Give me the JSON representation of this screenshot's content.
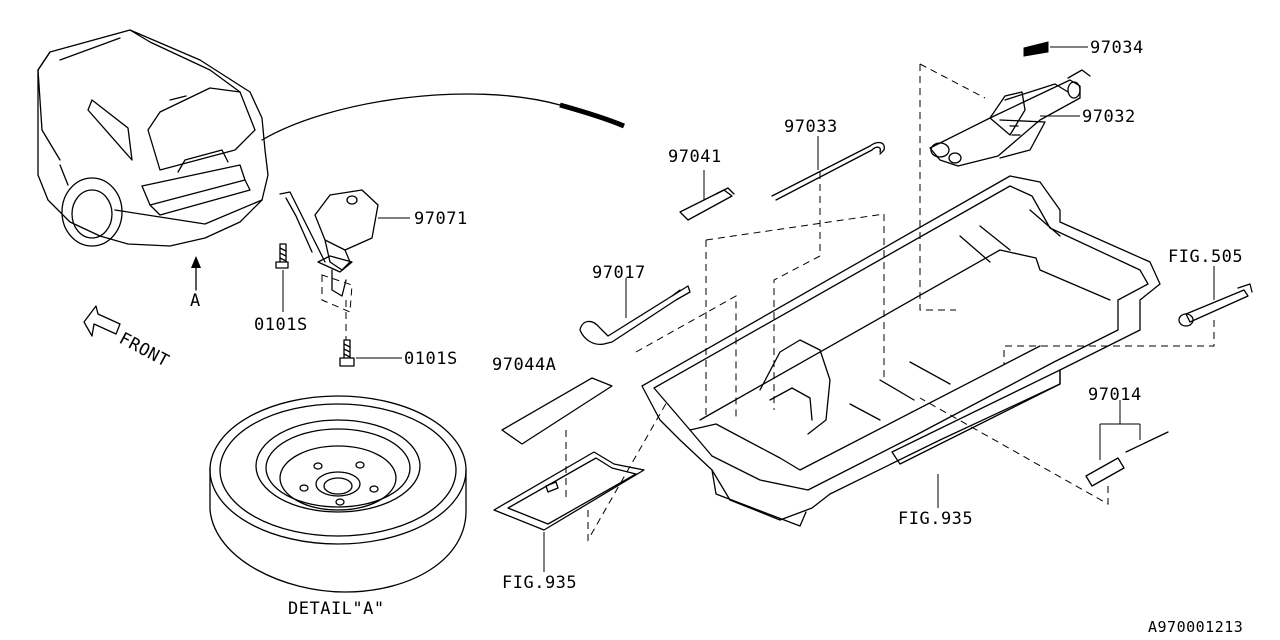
{
  "diagram": {
    "labels": {
      "p97034": "97034",
      "p97032": "97032",
      "p97033": "97033",
      "p97041": "97041",
      "p97071": "97071",
      "p97017": "97017",
      "p97044a": "97044A",
      "p97014": "97014",
      "fig505": "FIG.505",
      "fig935_right": "FIG.935",
      "fig935_left": "FIG.935",
      "bolt_upper": "0101S",
      "bolt_lower": "0101S",
      "view_a": "A",
      "front": "FRONT",
      "detail": "DETAIL\"A\"",
      "drawing_code": "A970001213"
    }
  }
}
